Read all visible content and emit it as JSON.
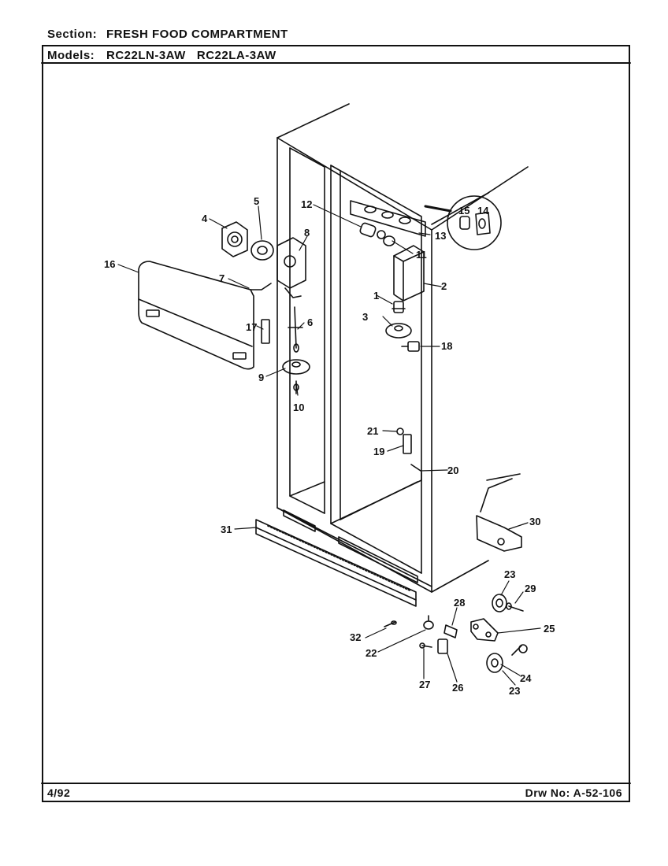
{
  "header": {
    "section_label": "Section:",
    "section_value": "FRESH FOOD COMPARTMENT",
    "models_label": "Models:",
    "models": [
      "RC22LN-3AW",
      "RC22LA-3AW"
    ]
  },
  "footer": {
    "date": "4/92",
    "drawing_number": "Drw No: A-52-106"
  },
  "callouts": [
    "1",
    "2",
    "3",
    "4",
    "5",
    "6",
    "7",
    "8",
    "9",
    "10",
    "11",
    "12",
    "13",
    "14",
    "15",
    "16",
    "17",
    "18",
    "19",
    "20",
    "21",
    "22",
    "23",
    "23",
    "24",
    "25",
    "26",
    "27",
    "28",
    "29",
    "30",
    "31",
    "32"
  ]
}
